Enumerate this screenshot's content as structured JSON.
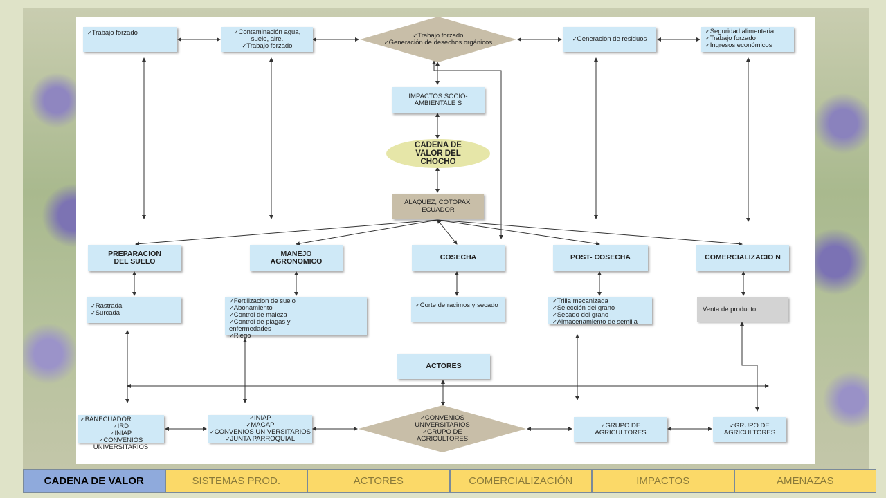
{
  "top_row": {
    "box1": [
      "Trabajo forzado"
    ],
    "box2": [
      "Contaminación agua, suelo, aire.",
      "Trabajo forzado"
    ],
    "diamond": [
      "Trabajo forzado",
      "Generación de desechos orgánicos"
    ],
    "box4": [
      "Generación de residuos"
    ],
    "box5": [
      "Seguridad alimentaria",
      "Trabajo forzado",
      "Ingresos económicos"
    ]
  },
  "center": {
    "impactos": "IMPACTOS SOCIO-AMBIENTALE S",
    "cadena": "CADENA DE VALOR DEL CHOCHO",
    "location": "ALAQUEZ, COTOPAXI ECUADOR"
  },
  "stages": [
    {
      "title": "PREPARACION DEL SUELO",
      "items": [
        "Rastrada",
        "Surcada"
      ]
    },
    {
      "title": "MANEJO AGRONOMICO",
      "items": [
        "Fertilizacion de suelo",
        "Abonamiento",
        "Control de maleza",
        "Control de plagas y enfermedades",
        "Riego"
      ]
    },
    {
      "title": "COSECHA",
      "items": [
        "Corte de racimos y secado"
      ]
    },
    {
      "title": "POST- COSECHA",
      "items": [
        "Trilla mecanizada",
        "Selección del grano",
        "Secado del grano",
        "Almacenamiento de semilla"
      ]
    },
    {
      "title": "COMERCIALIZACIO N",
      "items": [
        "Venta de producto"
      ]
    }
  ],
  "actores": "ACTORES",
  "bottom_row": {
    "box1": [
      "BANECUADOR",
      "IRD",
      "INIAP",
      "CONVENIOS UNIVERSITARIOS"
    ],
    "box2": [
      "INIAP",
      "MAGAP",
      "CONVENIOS UNIVERSITARIOS",
      "JUNTA PARROQUIAL"
    ],
    "diamond": [
      "CONVENIOS UNIVERSITARIOS",
      "GRUPO DE AGRICULTORES"
    ],
    "box4": [
      "GRUPO DE AGRICULTORES"
    ],
    "box5": [
      "GRUPO DE AGRICULTORES"
    ]
  },
  "tabs": [
    {
      "label": "CADENA DE VALOR",
      "active": true
    },
    {
      "label": "SISTEMAS PROD.",
      "active": false
    },
    {
      "label": "ACTORES",
      "active": false
    },
    {
      "label": "COMERCIALIZACIÓN",
      "active": false
    },
    {
      "label": "IMPACTOS",
      "active": false
    },
    {
      "label": "AMENAZAS",
      "active": false
    }
  ],
  "colors": {
    "box": "#cfe9f7",
    "tan": "#c8bea8",
    "ellipse": "#e6e6a8",
    "tab_active": "#8faadc",
    "tab": "#fbd968"
  }
}
